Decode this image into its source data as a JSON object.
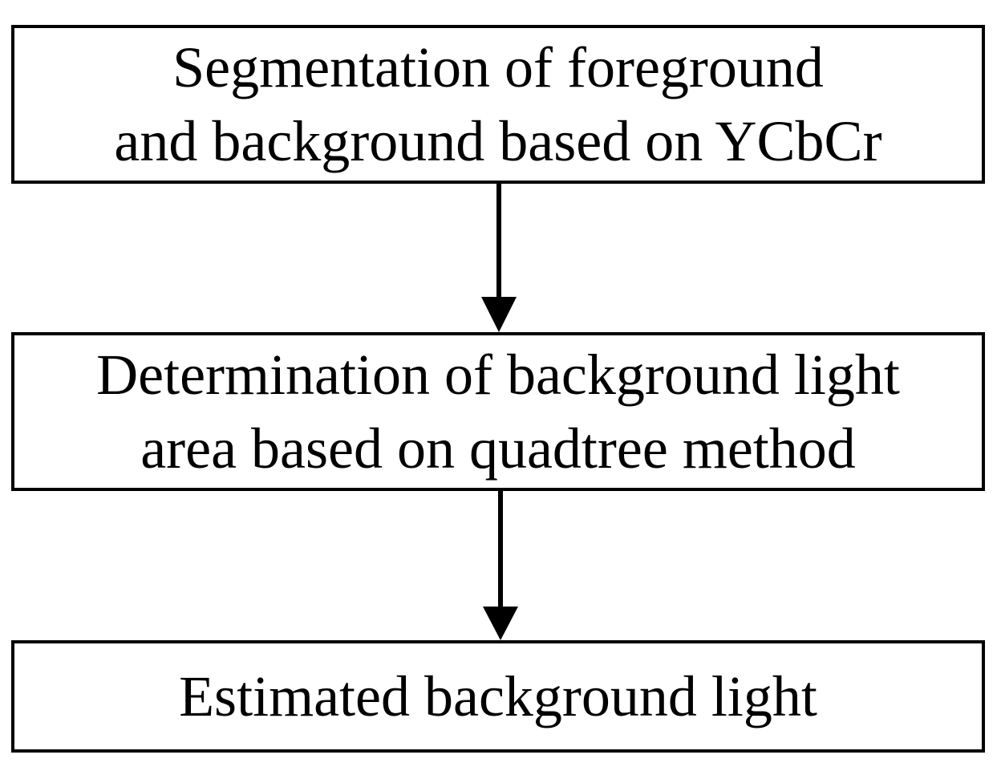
{
  "flowchart": {
    "steps": [
      {
        "lines": [
          "Segmentation of foreground",
          "and background based on YCbCr"
        ]
      },
      {
        "lines": [
          "Determination of background light",
          "area based on quadtree method"
        ]
      },
      {
        "lines": [
          "Estimated background light"
        ]
      }
    ]
  },
  "colors": {
    "stroke": "#000000",
    "background": "#ffffff"
  }
}
